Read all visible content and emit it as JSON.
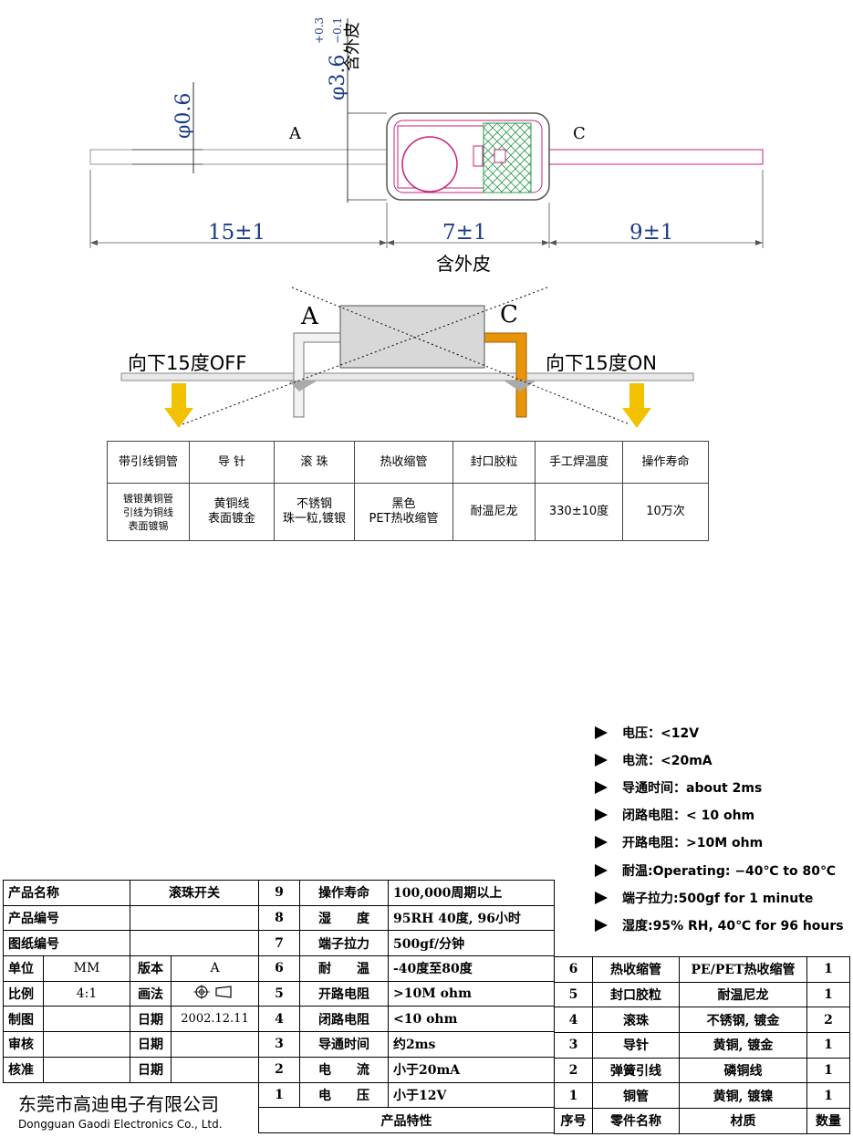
{
  "drawing": {
    "dia_wire": "φ0.6",
    "dia_body": "φ3.6",
    "tol_upper": "+0.3",
    "tol_lower": "−0.1",
    "skin_note_top": "含外皮",
    "label_a": "A",
    "label_c": "C",
    "dim_left": "15±1",
    "dim_mid": "7±1",
    "dim_right": "9±1",
    "skin_note_bottom": "含外皮"
  },
  "tilt": {
    "label_a": "A",
    "label_c": "C",
    "off_text": "向下15度OFF",
    "on_text": "向下15度ON"
  },
  "materials": {
    "headers": [
      "带引线铜管",
      "导 针",
      "滚 珠",
      "热收缩管",
      "封口胶粒",
      "手工焊温度",
      "操作寿命"
    ],
    "values": [
      [
        "镀银黄铜管",
        "引线为铜线",
        "表面镀锡"
      ],
      [
        "黄铜线",
        "表面镀金"
      ],
      [
        "不锈钢",
        "珠一粒,镀银"
      ],
      [
        "黑色",
        "PET热收缩管"
      ],
      [
        "耐温尼龙"
      ],
      [
        "330±10度"
      ],
      [
        "10万次"
      ]
    ]
  },
  "specs": [
    "电压：<12V",
    "电流：<20mA",
    "导通时间：about 2ms",
    "闭路电阻：< 10 ohm",
    "开路电阻：>10M ohm",
    "耐温:Operating: −40℃ to 80℃",
    "端子拉力:500gf for 1 minute",
    "湿度:95% RH, 40℃ for 96 hours"
  ],
  "titleblock": {
    "product_name_label": "产品名称",
    "product_name": "滚珠开关",
    "product_no_label": "产品编号",
    "drawing_no_label": "图纸编号",
    "unit_label": "单位",
    "unit": "MM",
    "version_label": "版本",
    "version": "A",
    "scale_label": "比例",
    "scale": "4:1",
    "method_label": "画法",
    "drafter_label": "制图",
    "date_label": "日期",
    "date": "2002.12.11",
    "review_label": "审核",
    "approve_label": "核准",
    "company_cn": "东莞市高迪电子有限公司",
    "company_en": "Dongguan Gaodi Electronics Co., Ltd."
  },
  "characteristics": {
    "footer": "产品特性",
    "rows": [
      {
        "no": "9",
        "name": "操作寿命",
        "value": "100,000周期以上"
      },
      {
        "no": "8",
        "name": "湿　　度",
        "value": "95RH 40度, 96小时"
      },
      {
        "no": "7",
        "name": "端子拉力",
        "value": "500gf/分钟"
      },
      {
        "no": "6",
        "name": "耐　　温",
        "value": "-40度至80度"
      },
      {
        "no": "5",
        "name": "开路电阻",
        "value": ">10M ohm"
      },
      {
        "no": "4",
        "name": "闭路电阻",
        "value": "<10 ohm"
      },
      {
        "no": "3",
        "name": "导通时间",
        "value": "约2ms"
      },
      {
        "no": "2",
        "name": "电　　流",
        "value": "小于20mA"
      },
      {
        "no": "1",
        "name": "电　　压",
        "value": "小于12V"
      }
    ]
  },
  "parts": {
    "header": {
      "no": "序号",
      "name": "零件名称",
      "material": "材质",
      "qty": "数量"
    },
    "rows": [
      {
        "no": "6",
        "name": "热收缩管",
        "material": "PE/PET热收缩管",
        "qty": "1"
      },
      {
        "no": "5",
        "name": "封口胶粒",
        "material": "耐温尼龙",
        "qty": "1"
      },
      {
        "no": "4",
        "name": "滚珠",
        "material": "不锈钢, 镀金",
        "qty": "2"
      },
      {
        "no": "3",
        "name": "导针",
        "material": "黄铜, 镀金",
        "qty": "1"
      },
      {
        "no": "2",
        "name": "弹簧引线",
        "material": "磷铜线",
        "qty": "1"
      },
      {
        "no": "1",
        "name": "铜管",
        "material": "黄铜, 镀镍",
        "qty": "1"
      }
    ]
  },
  "colors": {
    "outline": "#c8207a",
    "hatch": "#2a9a4a",
    "arrow": "#f2c200",
    "lead_on": "#e8940a",
    "body_gray": "#d8d8d8"
  }
}
